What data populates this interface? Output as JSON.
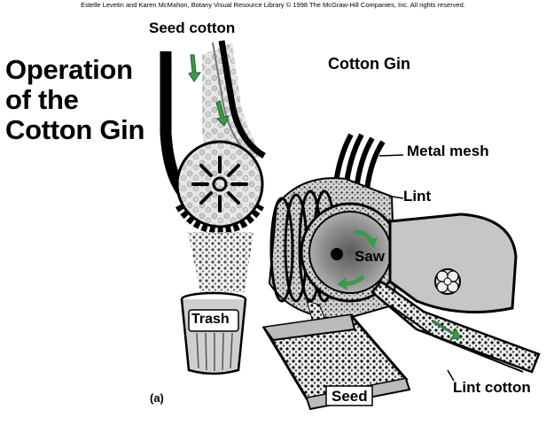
{
  "credit": "Estelle Levetin and Karen McMahon, Botany Visual Resource Library © 1998 The McGraw-Hill Companies, Inc. All rights reserved.",
  "title_lines": "Operation\nof the\nCotton Gin",
  "diagram_title": "Cotton Gin",
  "labels": {
    "seed_cotton": "Seed cotton",
    "metal_mesh": "Metal mesh",
    "lint": "Lint",
    "saw": "Saw",
    "trash": "Trash",
    "seed": "Seed",
    "lint_cotton": "Lint cotton"
  },
  "part_label": "(a)",
  "colors": {
    "ink": "#000000",
    "tone": "#bdbdbd",
    "arrow": "#3c9a4a"
  },
  "icons": [
    "green-arrow-icon",
    "saw-blade-icon",
    "beater-wheel-icon",
    "roller-icon"
  ]
}
